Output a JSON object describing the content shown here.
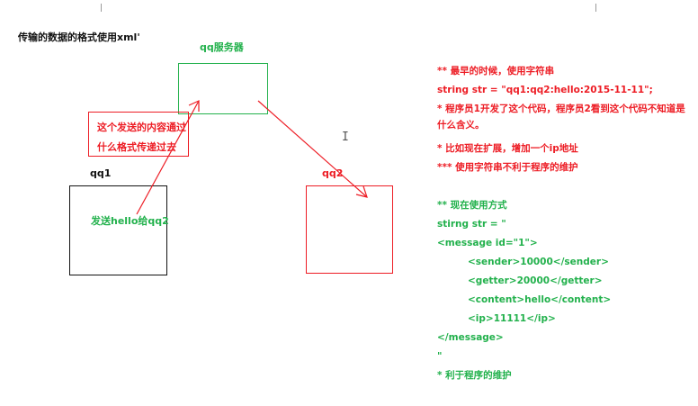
{
  "title": "传输的数据的格式使用xml'",
  "diagram": {
    "server_label": "qq服务器",
    "callout_line1": "这个发送的内容通过",
    "callout_line2": "什么格式传递过去",
    "qq1_label": "qq1",
    "qq1_message": "发送hello给qq2",
    "qq2_label": "qq2"
  },
  "notes": {
    "line1": "** 最早的时候，使用字符串",
    "line2": "string str = \"qq1:qq2:hello:2015-11-11\";",
    "line3": "* 程序员1开发了这个代码，程序员2看到这个代码不知道是什么含义。",
    "line4": "* 比如现在扩展，增加一个ip地址",
    "line5": "*** 使用字符串不利于程序的维护",
    "line6": "** 现在使用方式",
    "line7": "stirng str = \"",
    "line8": "<message id=\"1\">",
    "line9": "<sender>10000</sender>",
    "line10": "<getter>20000</getter>",
    "line11": "<content>hello</content>",
    "line12": "<ip>11111</ip>",
    "line13": "</message>",
    "line14": "\"",
    "line15": "* 利于程序的维护"
  },
  "colors": {
    "red": "#ed1c24",
    "green": "#22b14c",
    "black": "#111111"
  },
  "icons": {
    "cursor": "text-cursor-icon"
  }
}
